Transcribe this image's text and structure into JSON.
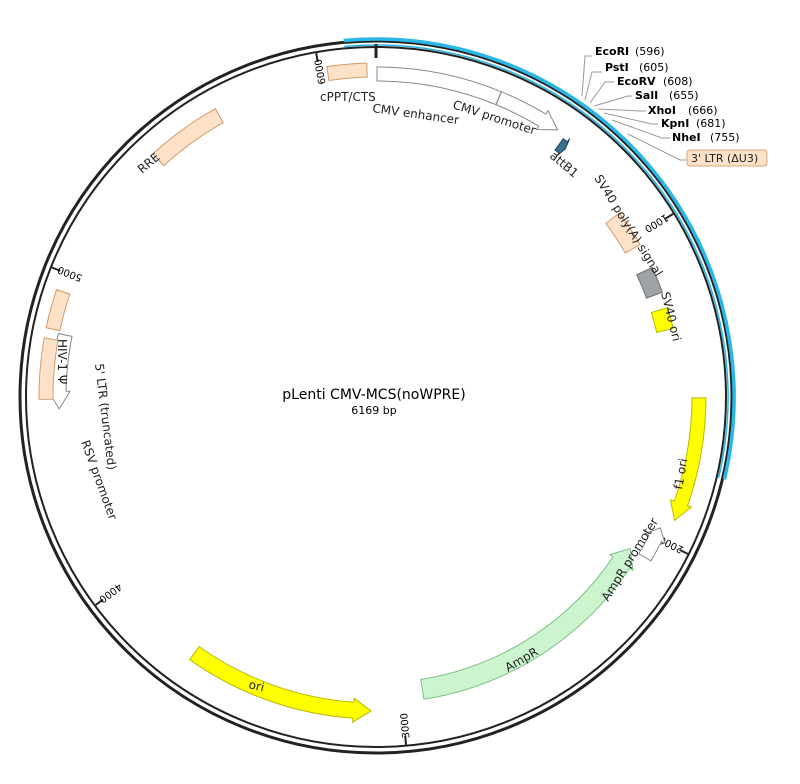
{
  "plasmid": {
    "name": "pLenti CMV-MCS(noWPRE)",
    "length_label": "6169 bp",
    "length": 6169
  },
  "features": [
    {
      "id": "cppt",
      "label": "cPPT/CTS",
      "start": 6024,
      "end": 6142,
      "color": "#fde2c8",
      "shape": "box"
    },
    {
      "id": "cmv-enhancer",
      "label": "CMV enhancer",
      "start": 3,
      "end": 382,
      "color": "#ffffff",
      "shape": "arrow"
    },
    {
      "id": "cmv-promoter",
      "label": "CMV promoter",
      "start": 383,
      "end": 586,
      "color": "#ffffff",
      "shape": "arrow"
    },
    {
      "id": "attb1",
      "label": "attB1",
      "start": 616,
      "end": 640,
      "color": "#3a6f8f",
      "shape": "arrow"
    },
    {
      "id": "sv40-polya",
      "label": "SV40 poly(A) signal",
      "start": 907,
      "end": 1028,
      "color": "#fde2c8",
      "shape": "box"
    },
    {
      "id": "gray",
      "label": "",
      "start": 1112,
      "end": 1198,
      "color": "#9ea3a8",
      "shape": "box"
    },
    {
      "id": "sv40-ori",
      "label": "SV40 ori",
      "start": 1250,
      "end": 1320,
      "color": "#ffff00",
      "shape": "box"
    },
    {
      "id": "f1-ori",
      "label": "f1 ori",
      "start": 1545,
      "end": 1927,
      "color": "#ffff00",
      "shape": "arrow"
    },
    {
      "id": "ampr-promoter",
      "label": "AmpR promoter",
      "start": 1966,
      "end": 2070,
      "color": "#ffffff",
      "shape": "arrow"
    },
    {
      "id": "ampr",
      "label": "AmpR",
      "start": 2070,
      "end": 2930,
      "color": "#ccf5cf",
      "shape": "arrow"
    },
    {
      "id": "ori",
      "label": "ori",
      "start": 3100,
      "end": 3690,
      "color": "#ffff00",
      "shape": "arrow"
    },
    {
      "id": "rsv-promoter",
      "label": "RSV promoter",
      "start": 4590,
      "end": 4820,
      "color": "#ffffff",
      "shape": "arrow"
    },
    {
      "id": "ltr5",
      "label": "5' LTR (truncated)",
      "start": 4620,
      "end": 4800,
      "color": "#fde2c8",
      "shape": "box"
    },
    {
      "id": "hiv-psi",
      "label": "HIV-1 Ψ",
      "start": 4830,
      "end": 4945,
      "color": "#fde2c8",
      "shape": "box"
    },
    {
      "id": "rre",
      "label": "RRE",
      "start": 5440,
      "end": 5670,
      "color": "#fde2c8",
      "shape": "box"
    }
  ],
  "ltr3": {
    "label": "3' LTR (ΔU3)",
    "color": "#fde2c8"
  },
  "sites": [
    {
      "name": "EcoRI",
      "pos": "(596)"
    },
    {
      "name": "PstI",
      "pos": "(605)"
    },
    {
      "name": "EcoRV",
      "pos": "(608)"
    },
    {
      "name": "SalI",
      "pos": "(655)"
    },
    {
      "name": "XhoI",
      "pos": "(666)"
    },
    {
      "name": "KpnI",
      "pos": "(681)"
    },
    {
      "name": "NheI",
      "pos": "(755)"
    }
  ],
  "ticks": [
    {
      "label": "1000",
      "pos": 1000
    },
    {
      "label": "2000",
      "pos": 2000
    },
    {
      "label": "3000",
      "pos": 3000
    },
    {
      "label": "4000",
      "pos": 4000
    },
    {
      "label": "5000",
      "pos": 5000
    },
    {
      "label": "6000",
      "pos": 6000
    }
  ],
  "colors": {
    "backbone": "#222222",
    "highlight": "#2bb6e8"
  }
}
